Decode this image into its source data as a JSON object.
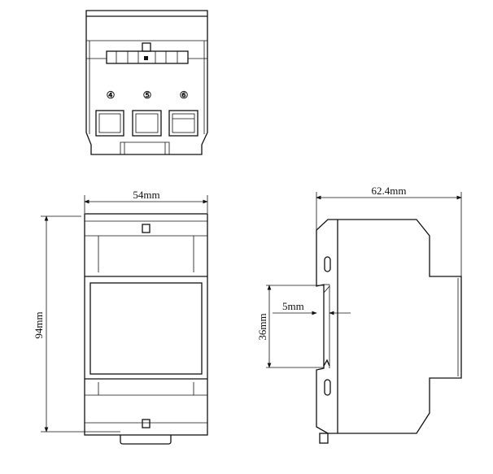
{
  "top_view": {
    "terminals": [
      "④",
      "⑤",
      "⑥"
    ]
  },
  "front_view": {
    "width_label": "54mm",
    "height_label": "94mm"
  },
  "side_view": {
    "depth_label": "62.4mm",
    "rail_label": "36mm",
    "offset_label": "5mm"
  },
  "colors": {
    "line": "#111111",
    "background": "#ffffff"
  }
}
